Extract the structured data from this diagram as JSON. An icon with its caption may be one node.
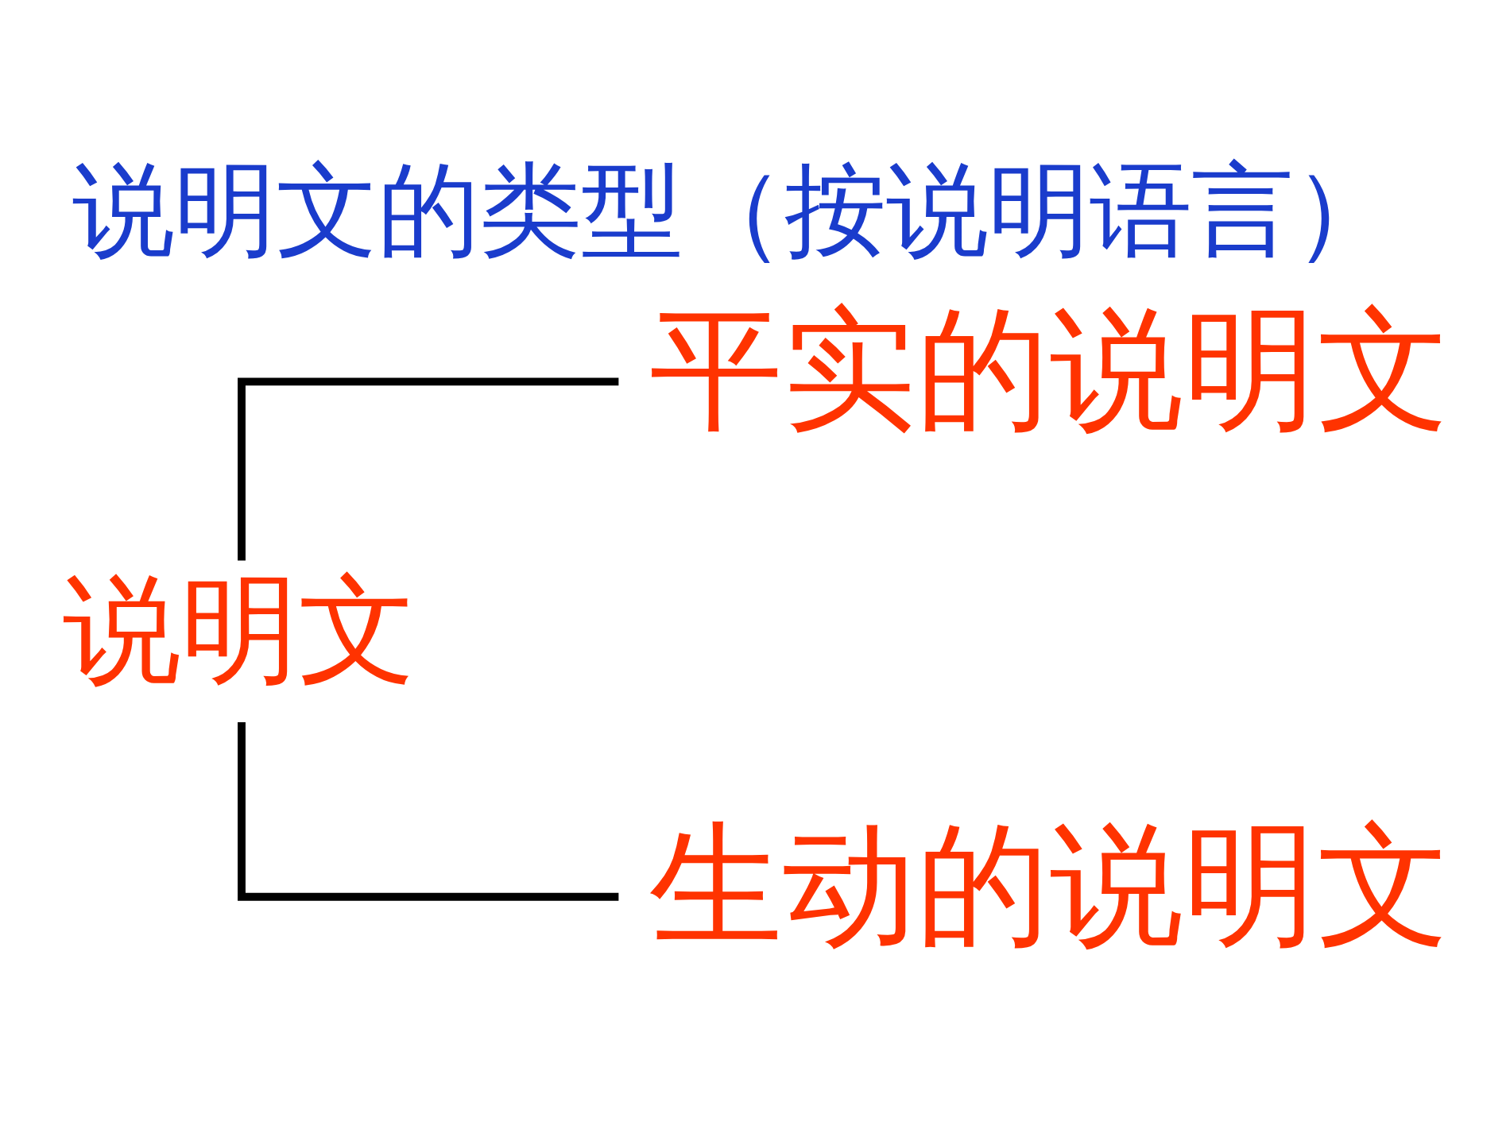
{
  "diagram": {
    "title": "说明文的类型（按说明语言）",
    "nodes": [
      {
        "text": [
          "说明文"
        ]
      },
      {
        "text": [
          "平实的说明文"
        ]
      },
      {
        "text": [
          "生动的说明文"
        ]
      }
    ],
    "edges": [
      {
        "from": 0,
        "to": 1,
        "arrow": "none"
      },
      {
        "from": 0,
        "to": 2,
        "arrow": "none"
      }
    ]
  }
}
